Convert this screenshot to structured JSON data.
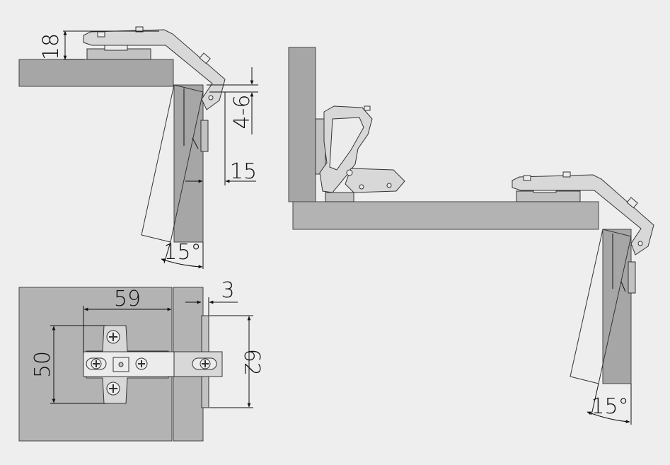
{
  "dimensions": {
    "panel_thickness": "18",
    "gap_range": "4-6",
    "offset": "15",
    "angle_top_left": "15°",
    "cup_distance": "59",
    "edge_distance": "3",
    "plate_height": "50",
    "hinge_height": "62",
    "angle_right": "15°"
  },
  "colors": {
    "background": "#eeeeee",
    "panel": "#a6a6a6",
    "metal": "#d8d8d8",
    "line": "#111111"
  }
}
